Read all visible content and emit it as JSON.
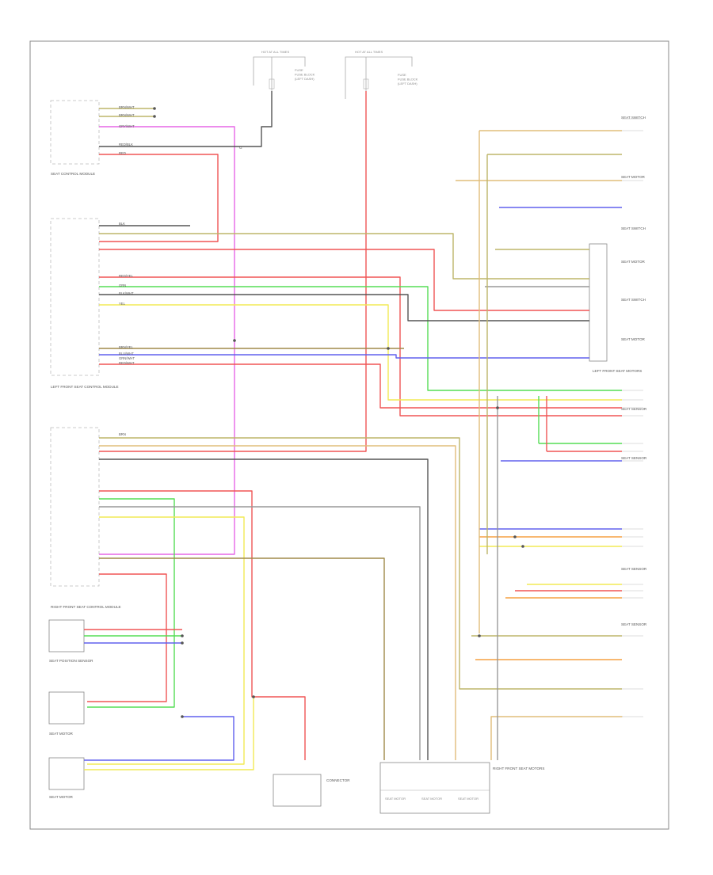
{
  "colors": {
    "red": "#f05555",
    "pink": "#e667e6",
    "yellow": "#f2ea55",
    "green": "#55dd55",
    "blue": "#6060ee",
    "brown": "#a08a4a",
    "gray": "#999999",
    "black": "#555555",
    "tan": "#e0bd7a",
    "olive": "#bdb56a",
    "orange": "#f5a142",
    "border": "#888888"
  },
  "page": {
    "corner_label": ""
  },
  "fuses": [
    {
      "title": "HOT AT ALL TIMES",
      "label": "FUSE\nFUSE BLOCK\n(LEFT DASH)"
    },
    {
      "title": "HOT AT ALL TIMES",
      "label": "FUSE\nFUSE BLOCK\n(LEFT DASH)"
    }
  ],
  "components": {
    "top_module": "SEAT CONTROL MODULE",
    "ground_g": "G",
    "left_front_module": "LEFT FRONT SEAT CONTROL MODULE",
    "right_front_module": "RIGHT FRONT SEAT CONTROL MODULE",
    "lp_sensor": "SEAT POSITION SENSOR",
    "lp_motor_a": "SEAT MOTOR",
    "lp_motor_b": "SEAT MOTOR",
    "lower_connector": "CONNECTOR",
    "bottom_unit": [
      "SEAT MOTOR",
      "SEAT MOTOR",
      "SEAT MOTOR"
    ],
    "bottom_unit_title": "RIGHT FRONT SEAT MOTORS",
    "lf_motor_box": "LEFT FRONT SEAT MOTORS",
    "right_side": [
      "SEAT SWITCH",
      "SEAT MOTOR",
      "SEAT SWITCH",
      "SEAT MOTOR",
      "SEAT SWITCH",
      "SEAT MOTOR",
      "SEAT SENSOR",
      "SEAT SENSOR",
      "SEAT SENSOR",
      "SEAT SENSOR"
    ]
  },
  "wire_labels": {
    "l1": "BRN/WHT",
    "l2": "BRN/WHT",
    "l3": "GRY/WHT",
    "l4": "RED",
    "l5": "RED/BLK",
    "l6": "BLK",
    "l7": "RED/YEL",
    "l8": "GRN",
    "l9": "YEL",
    "l10": "BLK/WHT",
    "l11": "BRN/YEL",
    "l12": "GRN/WHT",
    "l13": "BLU/WHT",
    "l14": "RED/WHT",
    "l15": "BRN"
  }
}
